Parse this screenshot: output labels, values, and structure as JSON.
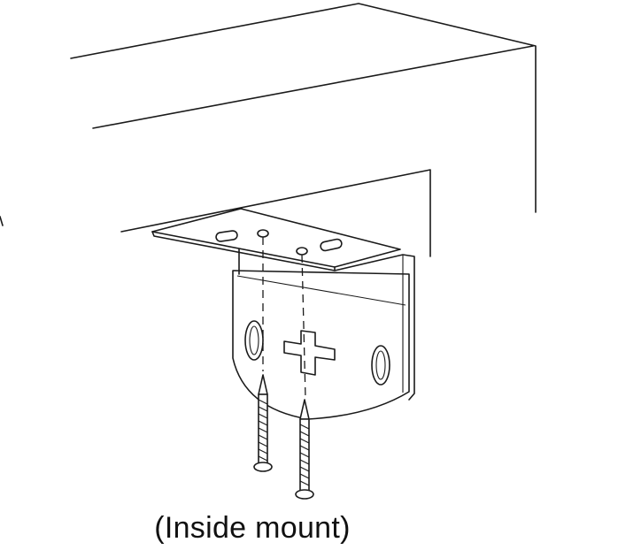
{
  "caption": "(Inside mount)",
  "colors": {
    "line": "#1a1a1a",
    "background": "#ffffff"
  },
  "parts": [
    "window-frame",
    "mounting-bracket",
    "screw-left",
    "screw-right"
  ]
}
